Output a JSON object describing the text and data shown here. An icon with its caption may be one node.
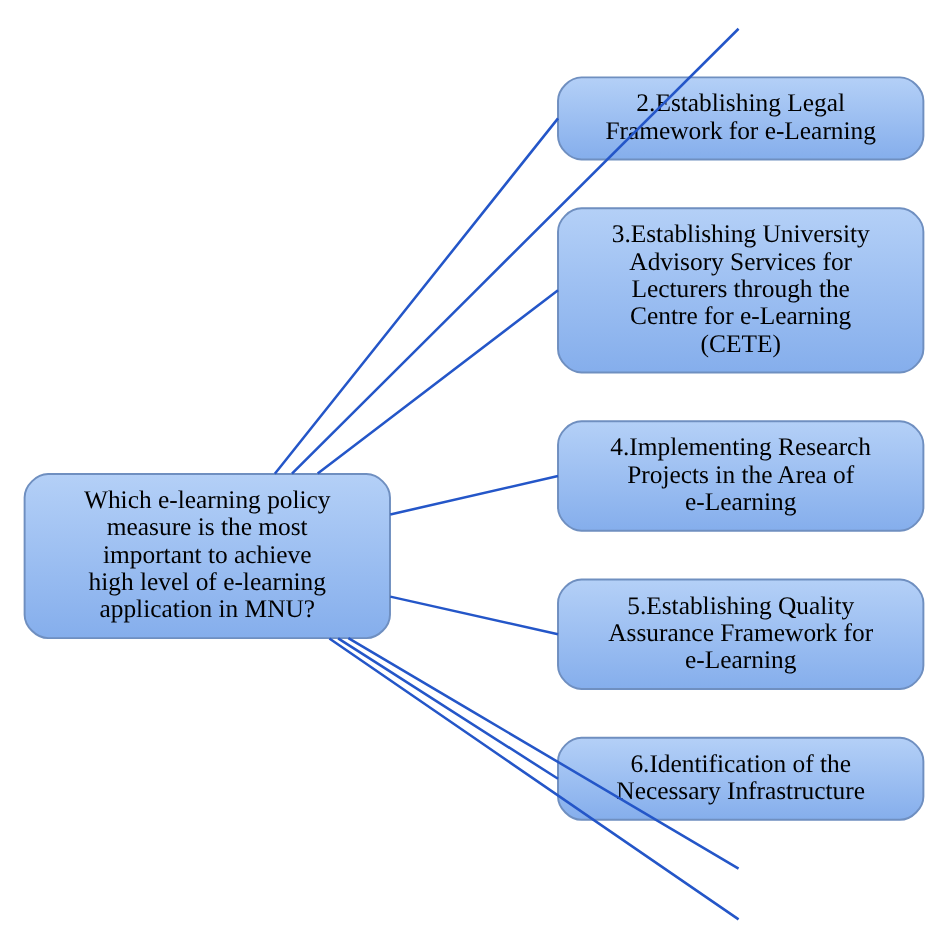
{
  "diagram": {
    "nodes": [
      {
        "text": [
          "Which e-learning policy measure is the most important to achieve high level of e-learning application in MNU?"
        ]
      },
      {
        "text": [
          "2.Establishing Legal Framework for e-Learning"
        ]
      },
      {
        "text": [
          "3.Establishing University Advisory Services for Lecturers through the Centre for e-Learning (CETE)"
        ]
      },
      {
        "text": [
          "4.Implementing Research Projects in the Area of e-Learning"
        ]
      },
      {
        "text": [
          "5.Establishing Quality Assurance Framework for e-Learning"
        ]
      },
      {
        "text": [
          "6.Identification of the Necessary Infrastructure"
        ]
      }
    ],
    "edges": [
      {
        "from": 0,
        "to": null,
        "arrow": "none"
      },
      {
        "from": 0,
        "to": 1,
        "arrow": "none"
      },
      {
        "from": 0,
        "to": 2,
        "arrow": "none"
      },
      {
        "from": 0,
        "to": 3,
        "arrow": "none"
      },
      {
        "from": 0,
        "to": 4,
        "arrow": "none"
      },
      {
        "from": 0,
        "to": 5,
        "arrow": "none"
      },
      {
        "from": 0,
        "to": null,
        "arrow": "none"
      },
      {
        "from": 0,
        "to": null,
        "arrow": "none"
      }
    ]
  }
}
